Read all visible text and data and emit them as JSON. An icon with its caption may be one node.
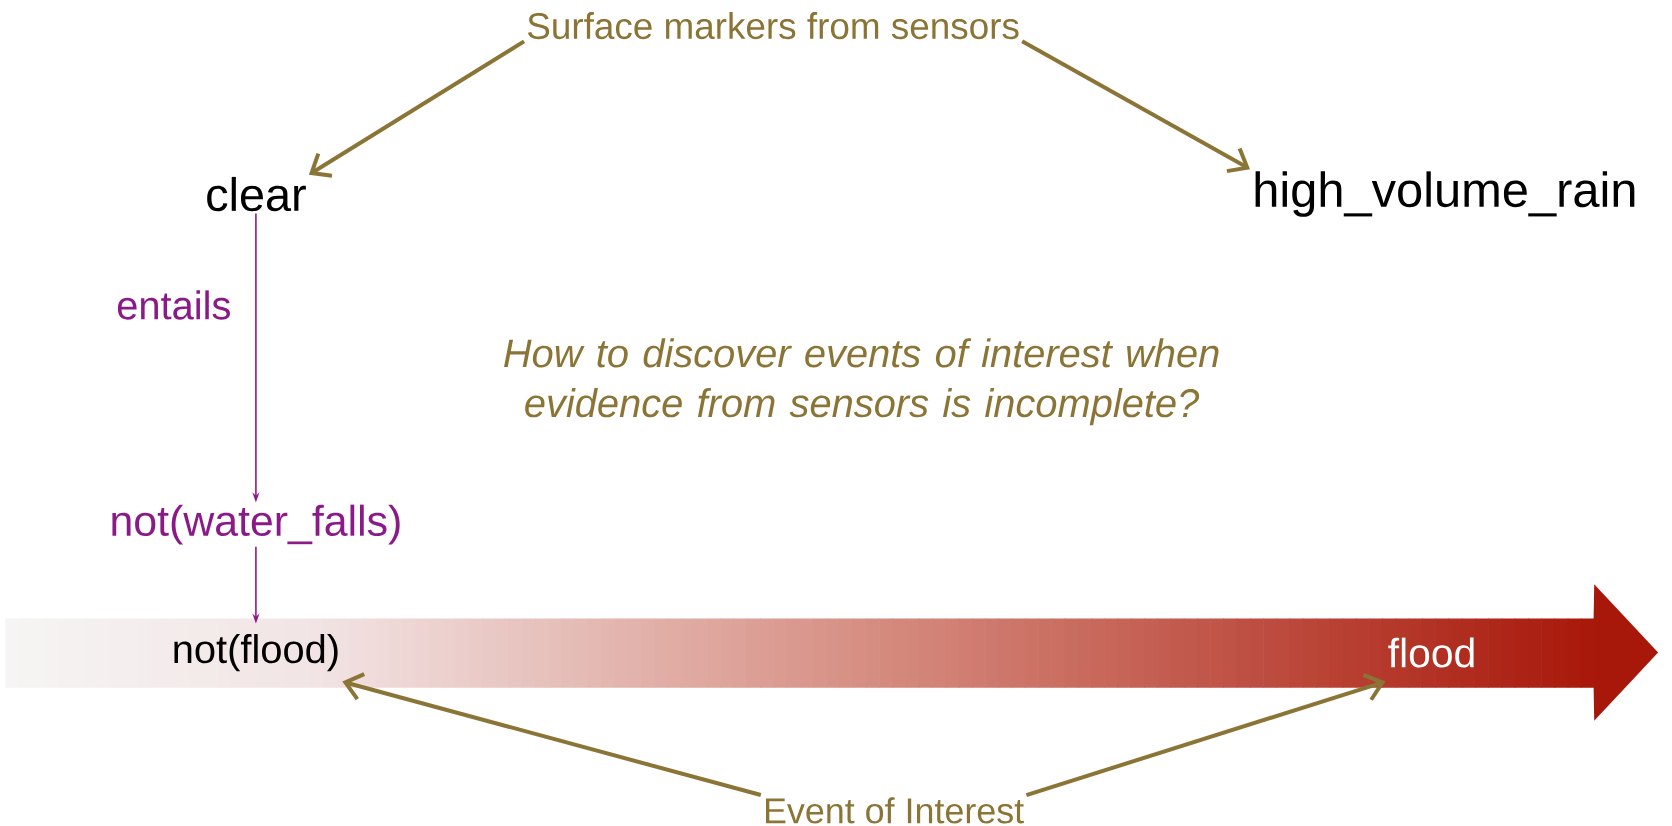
{
  "diagram": {
    "nodes": [
      {
        "text": [
          "Surface markers from sensors"
        ]
      },
      {
        "text": [
          "clear"
        ]
      },
      {
        "text": [
          "high_volume_rain"
        ]
      },
      {
        "text": [
          "not(water_falls)"
        ]
      },
      {
        "text": [],
        "shape": "arrow"
      },
      {
        "text": [
          "not(flood)"
        ],
        "in": 4
      },
      {
        "text": [
          "flood"
        ],
        "in": 4
      },
      {
        "text": [
          "Event of Interest"
        ]
      }
    ],
    "edges": [
      {
        "from": 0,
        "to": 1,
        "arrow": "to"
      },
      {
        "from": 0,
        "to": 2,
        "arrow": "to"
      },
      {
        "from": 1,
        "to": 3,
        "arrow": "to",
        "label": "entails",
        "color": "#8b1a89"
      },
      {
        "from": 3,
        "to": 5,
        "arrow": "to",
        "color": "#8b1a89"
      },
      {
        "from": 7,
        "to": 5,
        "arrow": "to"
      },
      {
        "from": 7,
        "to": 6,
        "arrow": "to"
      }
    ],
    "labels": [
      "How to discover events of interest when evidence from sensors is incomplete?"
    ]
  }
}
